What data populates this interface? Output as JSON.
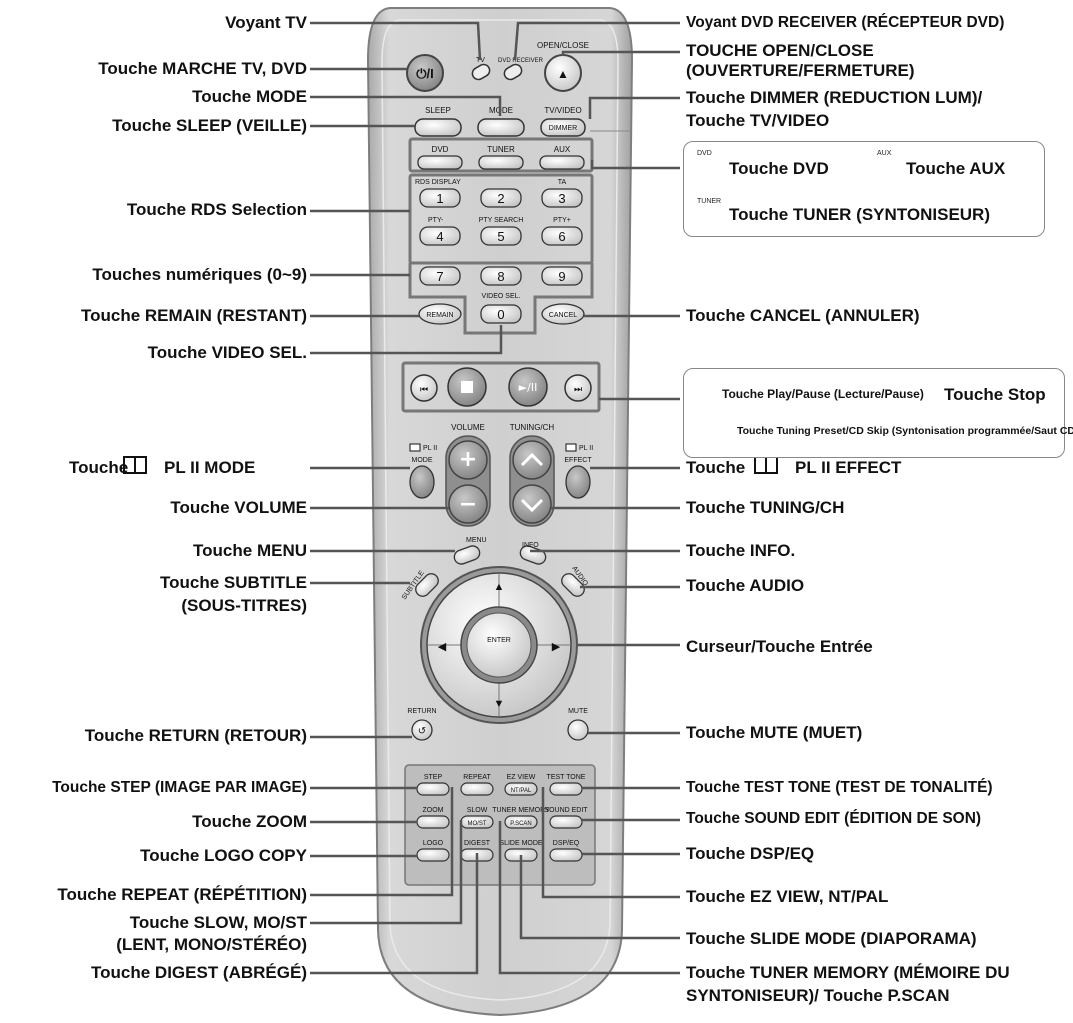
{
  "labels_left": {
    "voyant_tv": "Voyant TV",
    "power": "Touche MARCHE TV, DVD",
    "mode": "Touche MODE",
    "sleep": "Touche SLEEP (VEILLE)",
    "rds": "Touche RDS Selection",
    "numeric": "Touches numériques (0~9)",
    "remain": "Touche REMAIN (RESTANT)",
    "video_sel": "Touche VIDEO SEL.",
    "pl2_mode_pre": "Touche",
    "pl2_mode_post": "PL II MODE",
    "volume": "Touche VOLUME",
    "menu": "Touche MENU",
    "subtitle_1": "Touche SUBTITLE",
    "subtitle_2": "(SOUS-TITRES)",
    "return": "Touche RETURN (RETOUR)",
    "step": "Touche STEP (IMAGE PAR IMAGE)",
    "zoom": "Touche ZOOM",
    "logo": "Touche LOGO COPY",
    "repeat": "Touche REPEAT (RÉPÉTITION)",
    "slow_1": "Touche SLOW, MO/ST",
    "slow_2": "(LENT, MONO/STÉRÉO)",
    "digest": "Touche DIGEST (ABRÉGÉ)"
  },
  "labels_right": {
    "voyant_dvd": "Voyant DVD RECEIVER (RÉCEPTEUR DVD)",
    "open_1": "TOUCHE OPEN/CLOSE",
    "open_2": "(OUVERTURE/FERMETURE)",
    "dimmer_1": "Touche DIMMER (REDUCTION LUM)/",
    "dimmer_2": "Touche TV/VIDEO",
    "cancel": "Touche CANCEL (ANNULER)",
    "pl2_effect_pre": "Touche",
    "pl2_effect_post": "PL II EFFECT",
    "tuning": "Touche TUNING/CH",
    "info": "Touche INFO.",
    "audio": "Touche AUDIO",
    "cursor": "Curseur/Touche Entrée",
    "mute": "Touche MUTE (MUET)",
    "test_tone": "Touche TEST TONE (TEST DE TONALITÉ)",
    "sound_edit": "Touche SOUND EDIT (ÉDITION DE SON)",
    "dsp": "Touche DSP/EQ",
    "ez_view": "Touche EZ VIEW, NT/PAL",
    "slide": "Touche SLIDE MODE (DIAPORAMA)",
    "tuner_mem_1": "Touche TUNER MEMORY (MÉMOIRE DU",
    "tuner_mem_2": "SYNTONISEUR)/ Touche P.SCAN"
  },
  "legend_source": {
    "dvd_small": "DVD",
    "dvd": "Touche DVD",
    "aux_small": "AUX",
    "aux": "Touche AUX",
    "tuner_small": "TUNER",
    "tuner": "Touche TUNER (SYNTONISEUR)"
  },
  "legend_play": {
    "play": "Touche Play/Pause (Lecture/Pause)",
    "stop": "Touche Stop",
    "skip": "Touche Tuning Preset/CD Skip (Syntonisation programmée/Saut CD)"
  },
  "remote": {
    "tv": "TV",
    "dvd_receiver": "DVD RECEIVER",
    "open_close": "OPEN/CLOSE",
    "sleep": "SLEEP",
    "mode": "MODE",
    "tv_video": "TV/VIDEO",
    "dimmer": "DIMMER",
    "dvd": "DVD",
    "tuner": "TUNER",
    "aux": "AUX",
    "rds_display": "RDS DISPLAY",
    "ta": "TA",
    "pty_minus": "PTY-",
    "pty_search": "PTY SEARCH",
    "pty_plus": "PTY+",
    "video_sel": "VIDEO SEL.",
    "remain": "REMAIN",
    "cancel": "CANCEL",
    "digits": [
      "1",
      "2",
      "3",
      "4",
      "5",
      "6",
      "7",
      "8",
      "9",
      "0"
    ],
    "volume": "VOLUME",
    "tuning_ch": "TUNING/CH",
    "pl2": "PL II",
    "mode_small": "MODE",
    "effect": "EFFECT",
    "menu": "MENU",
    "info": "INFO",
    "subtitle": "SUBTITLE",
    "audio": "AUDIO",
    "enter": "ENTER",
    "return": "RETURN",
    "mute": "MUTE",
    "step": "STEP",
    "repeat": "REPEAT",
    "ez_view": "EZ VIEW",
    "nt_pal": "NT/PAL",
    "test_tone": "TEST TONE",
    "zoom": "ZOOM",
    "slow": "SLOW",
    "mo_st": "MO/ST",
    "tuner_memory": "TUNER MEMORY",
    "p_scan": "P.SCAN",
    "sound_edit": "SOUND EDIT",
    "logo": "LOGO",
    "digest": "DIGEST",
    "slide_mode": "SLIDE MODE",
    "dsp_eq": "DSP/EQ"
  },
  "colors": {
    "body": "#c9c9c9",
    "body_edge": "#8a8a8a",
    "button": "#ededed",
    "panel": "#b9b9b9",
    "leader": "#555555"
  }
}
